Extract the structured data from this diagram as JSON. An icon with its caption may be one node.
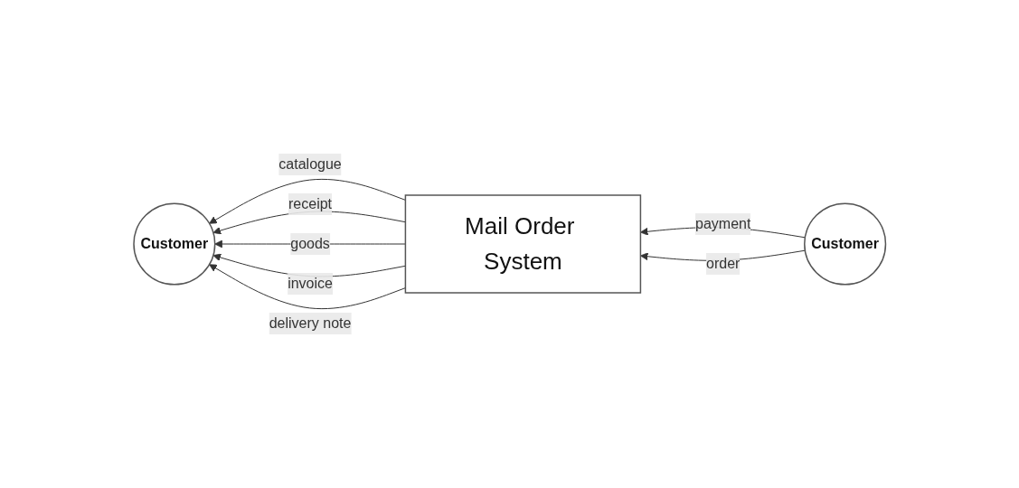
{
  "diagram": {
    "nodes": [
      {
        "text": [
          "Customer"
        ]
      },
      {
        "text": [
          "Mail Order System"
        ]
      },
      {
        "text": [
          "Customer"
        ]
      }
    ],
    "edges": [
      {
        "from": 1,
        "to": 0,
        "arrow": "to",
        "label": "catalogue"
      },
      {
        "from": 1,
        "to": 0,
        "arrow": "to",
        "label": "receipt"
      },
      {
        "from": 1,
        "to": 0,
        "arrow": "to",
        "label": "goods"
      },
      {
        "from": 1,
        "to": 0,
        "arrow": "to",
        "label": "invoice"
      },
      {
        "from": 1,
        "to": 0,
        "arrow": "to",
        "label": "delivery note"
      },
      {
        "from": 2,
        "to": 1,
        "arrow": "to",
        "label": "payment"
      },
      {
        "from": 2,
        "to": 1,
        "arrow": "to",
        "label": "order"
      }
    ]
  }
}
